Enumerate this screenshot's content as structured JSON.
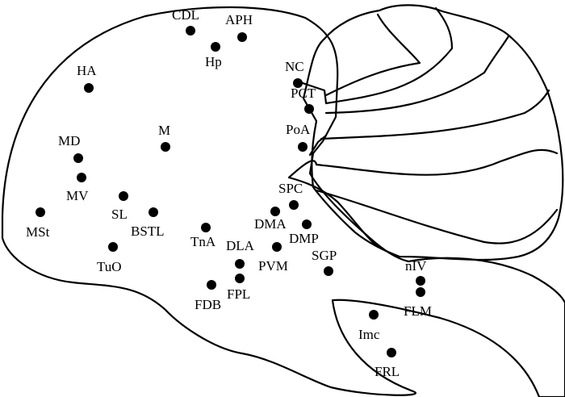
{
  "diagram": {
    "stroke_color": "#000000",
    "dot_color": "#000000",
    "background": "#ffffff",
    "regions": [
      {
        "id": "CDL",
        "label": "CDL"
      },
      {
        "id": "APH",
        "label": "APH"
      },
      {
        "id": "Hp",
        "label": "Hp"
      },
      {
        "id": "HA",
        "label": "HA"
      },
      {
        "id": "NC",
        "label": "NC"
      },
      {
        "id": "PCT",
        "label": "PCT"
      },
      {
        "id": "M",
        "label": "M"
      },
      {
        "id": "PoA",
        "label": "PoA"
      },
      {
        "id": "MD",
        "label": "MD"
      },
      {
        "id": "MV",
        "label": "MV"
      },
      {
        "id": "SPC",
        "label": "SPC"
      },
      {
        "id": "SL",
        "label": "SL"
      },
      {
        "id": "BSTL",
        "label": "BSTL"
      },
      {
        "id": "MSt",
        "label": "MSt"
      },
      {
        "id": "DMA",
        "label": "DMA"
      },
      {
        "id": "DMP",
        "label": "DMP"
      },
      {
        "id": "TnA",
        "label": "TnA"
      },
      {
        "id": "DLA",
        "label": "DLA"
      },
      {
        "id": "TuO",
        "label": "TuO"
      },
      {
        "id": "SGP",
        "label": "SGP"
      },
      {
        "id": "PVM",
        "label": "PVM"
      },
      {
        "id": "nIV",
        "label": "nIV"
      },
      {
        "id": "FPL",
        "label": "FPL"
      },
      {
        "id": "FDB",
        "label": "FDB"
      },
      {
        "id": "FLM",
        "label": "FLM"
      },
      {
        "id": "Imc",
        "label": "Imc"
      },
      {
        "id": "FRL",
        "label": "FRL"
      }
    ]
  }
}
